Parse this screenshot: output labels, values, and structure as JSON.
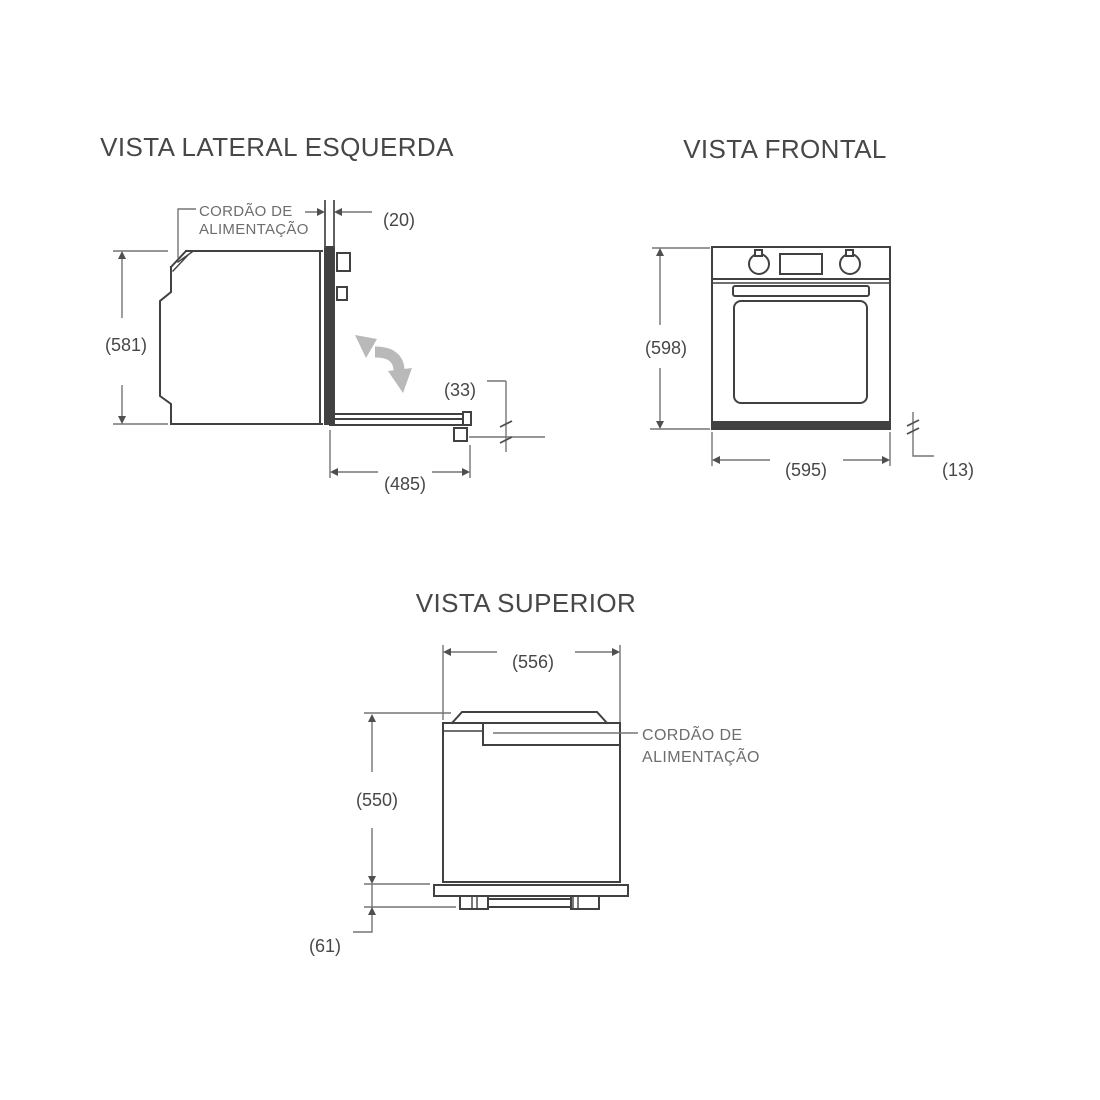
{
  "colors": {
    "line": "#414141",
    "dim": "#757575",
    "dim_dark": "#4f4f4f",
    "text": "#474747",
    "text_gray": "#6d6d6d",
    "swing_arrow": "#b9b9b9",
    "bg": "#ffffff"
  },
  "views": {
    "side": {
      "title": "VISTA LATERAL ESQUERDA",
      "cord_label_line1": "CORDÃO DE",
      "cord_label_line2": "ALIMENTAÇÃO",
      "dims": {
        "top_gap": "(20)",
        "height": "(581)",
        "door_thickness": "(33)",
        "door_depth": "(485)"
      }
    },
    "front": {
      "title": "VISTA FRONTAL",
      "dims": {
        "height": "(598)",
        "width": "(595)",
        "plinth": "(13)"
      }
    },
    "top": {
      "title": "VISTA SUPERIOR",
      "cord_label_line1": "CORDÃO DE",
      "cord_label_line2": "ALIMENTAÇÃO",
      "dims": {
        "width": "(556)",
        "depth": "(550)",
        "front_offset": "(61)"
      }
    }
  }
}
